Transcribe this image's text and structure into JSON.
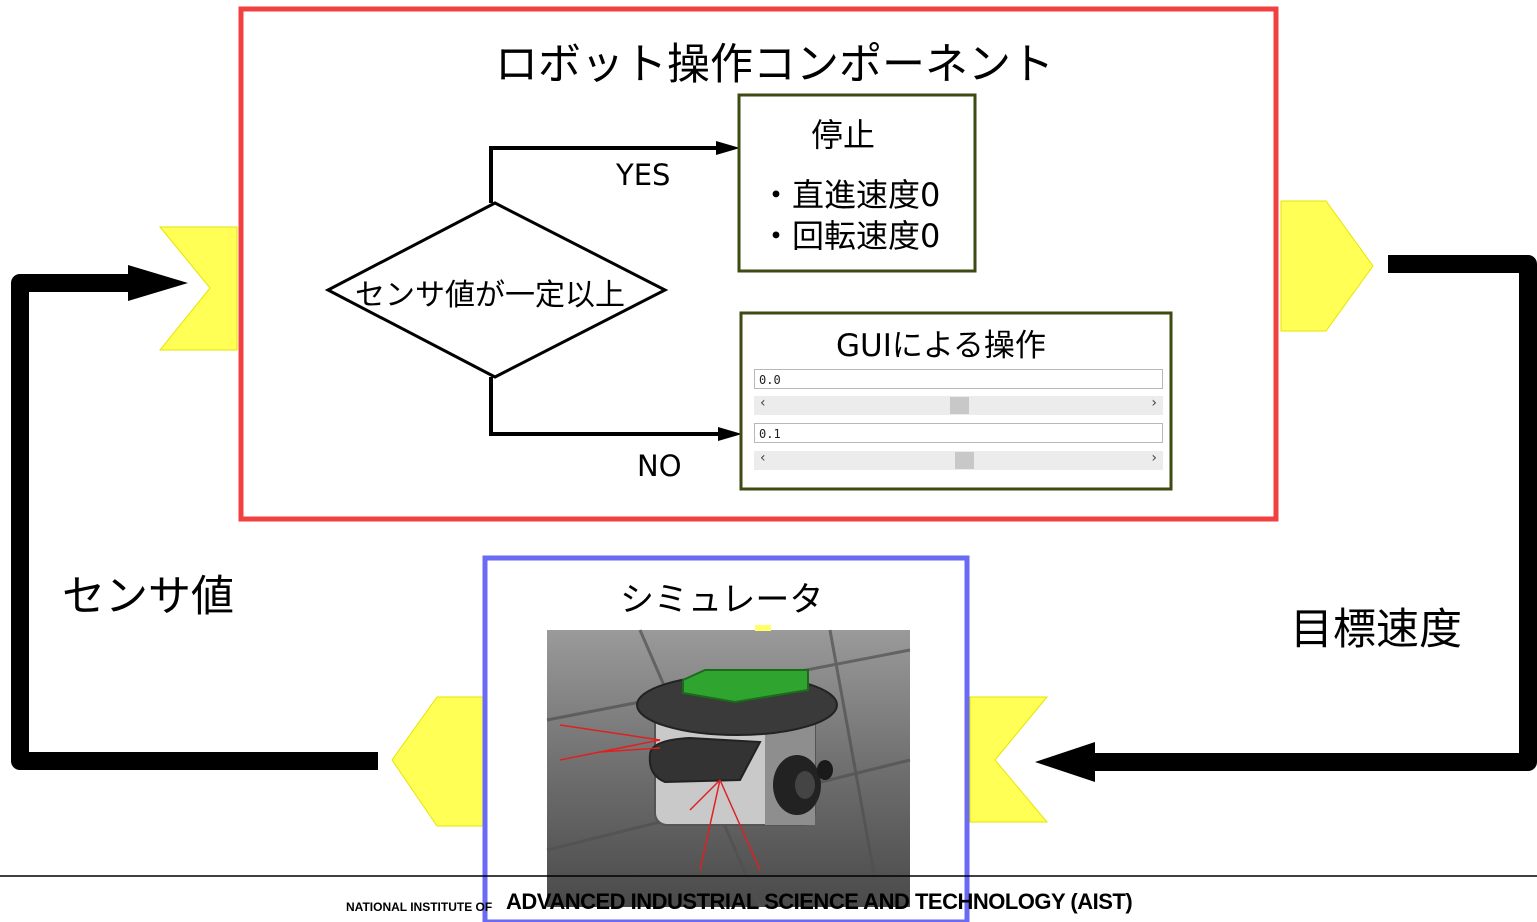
{
  "component": {
    "title": "ロボット操作コンポーネント",
    "condition": "センサ値が一定以上",
    "yes_label": "YES",
    "no_label": "NO",
    "stop_box": {
      "title": "停止",
      "items": [
        "・直進速度0",
        "・回転速度0"
      ]
    },
    "gui_box": {
      "title": "GUIによる操作",
      "field1_value": "0.0",
      "field2_value": "0.1",
      "slider1_position": 0.5,
      "slider2_position": 0.515,
      "slider_left_arrow": "‹",
      "slider_right_arrow": "›"
    }
  },
  "simulator": {
    "title": "シミュレータ"
  },
  "flow_labels": {
    "sensor_value": "センサ値",
    "target_speed": "目標速度"
  },
  "footer": {
    "prefix": "NATIONAL INSTITUTE OF",
    "main": "ADVANCED INDUSTRIAL SCIENCE AND TECHNOLOGY (AIST)"
  },
  "colors": {
    "component_border": "#f04040",
    "simulator_border": "#6a6af5",
    "box_border": "#3d4a12",
    "port_fill": "#ffff55",
    "port_stroke": "#e6e600",
    "robot_green": "#2fa52f",
    "floor": "#6e6e6e"
  }
}
